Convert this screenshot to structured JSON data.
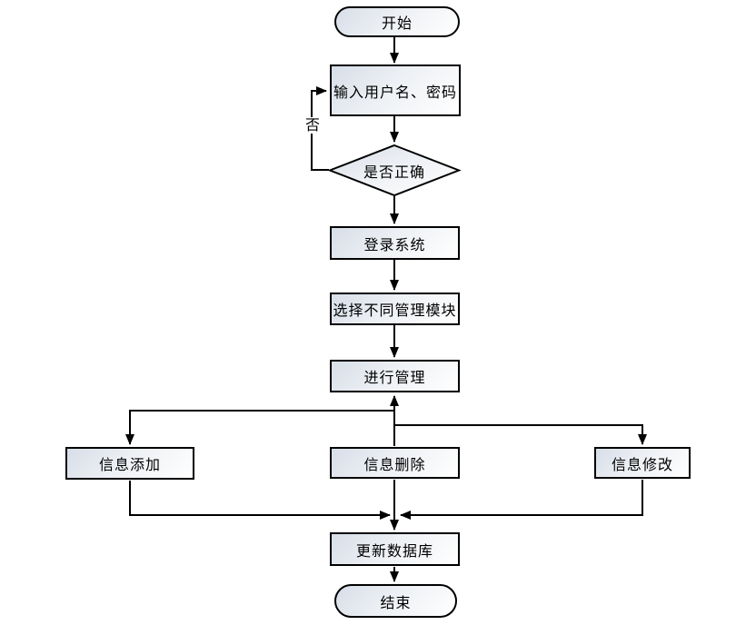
{
  "canvas": {
    "background": "#ffffff"
  },
  "colors": {
    "line": "#000000",
    "node_border": "#000000",
    "node_fill_top": "#d7dee8",
    "node_fill_bottom": "#ffffff",
    "text": "#000000"
  },
  "flowchart": {
    "type": "flowchart",
    "direction": "top-down",
    "nodes": [
      {
        "id": "start",
        "shape": "terminator",
        "label": "开始"
      },
      {
        "id": "input",
        "shape": "process",
        "label": "输入用户名、密码"
      },
      {
        "id": "decision",
        "shape": "decision",
        "label": "是否正确"
      },
      {
        "id": "login",
        "shape": "process",
        "label": "登录系统"
      },
      {
        "id": "select",
        "shape": "process",
        "label": "选择不同管理模块"
      },
      {
        "id": "manage",
        "shape": "process",
        "label": "进行管理"
      },
      {
        "id": "add",
        "shape": "process",
        "label": "信息添加"
      },
      {
        "id": "delete",
        "shape": "process",
        "label": "信息删除"
      },
      {
        "id": "modify",
        "shape": "process",
        "label": "信息修改"
      },
      {
        "id": "update",
        "shape": "process",
        "label": "更新数据库"
      },
      {
        "id": "end",
        "shape": "terminator",
        "label": "结束"
      }
    ],
    "edges": [
      {
        "from": "start",
        "to": "input"
      },
      {
        "from": "input",
        "to": "decision"
      },
      {
        "from": "decision",
        "to": "input",
        "label": "否"
      },
      {
        "from": "decision",
        "to": "login"
      },
      {
        "from": "login",
        "to": "select"
      },
      {
        "from": "select",
        "to": "manage"
      },
      {
        "from": "manage",
        "to": "add"
      },
      {
        "from": "manage",
        "to": "delete"
      },
      {
        "from": "manage",
        "to": "modify"
      },
      {
        "from": "add",
        "to": "update"
      },
      {
        "from": "delete",
        "to": "update"
      },
      {
        "from": "modify",
        "to": "update"
      },
      {
        "from": "update",
        "to": "end"
      }
    ]
  }
}
